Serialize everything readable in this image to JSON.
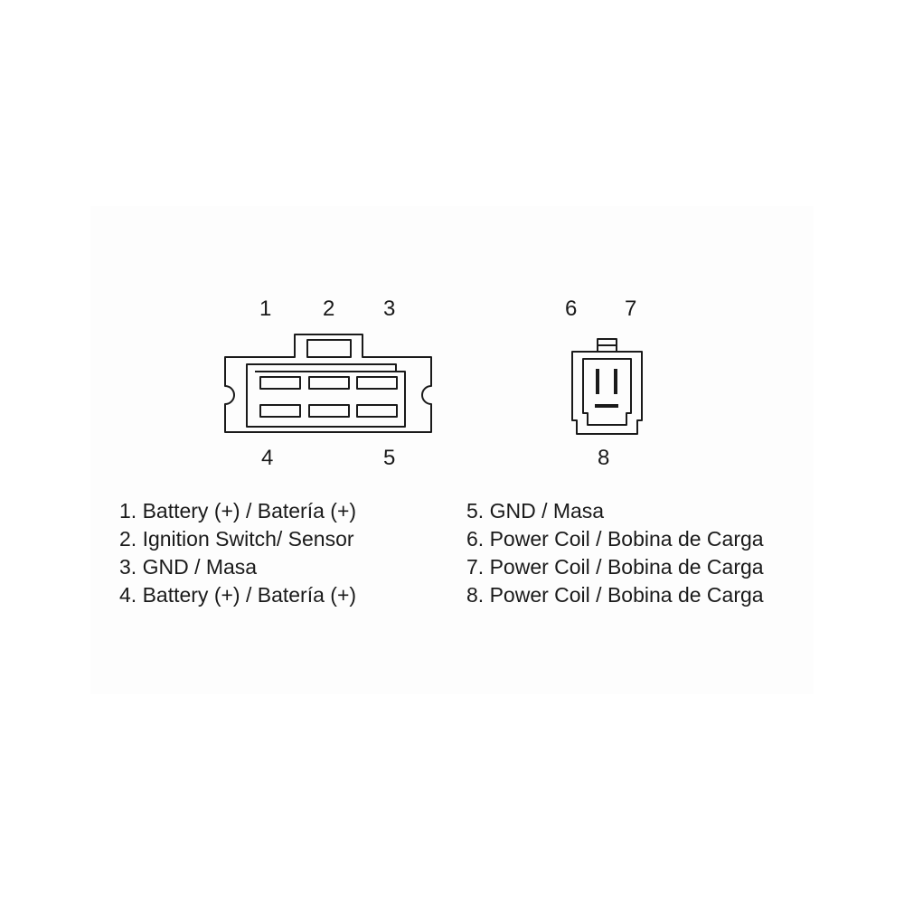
{
  "connector_a": {
    "pins_top": [
      "1",
      "2",
      "3"
    ],
    "pins_bottom": [
      "4",
      "5"
    ]
  },
  "connector_b": {
    "pins_top": [
      "6",
      "7"
    ],
    "pins_bottom": [
      "8"
    ]
  },
  "legend": {
    "left": [
      "1. Battery (+) / Batería (+)",
      "2. Ignition Switch/ Sensor",
      "3. GND / Masa",
      "4. Battery (+) / Batería (+)"
    ],
    "right": [
      "5. GND / Masa",
      "6. Power Coil / Bobina de Carga",
      "7. Power Coil / Bobina de Carga",
      "8. Power Coil / Bobina de Carga"
    ]
  },
  "colors": {
    "line": "#1a1a1a",
    "text": "#1a1a1a",
    "panel": "#fdfdfd"
  }
}
